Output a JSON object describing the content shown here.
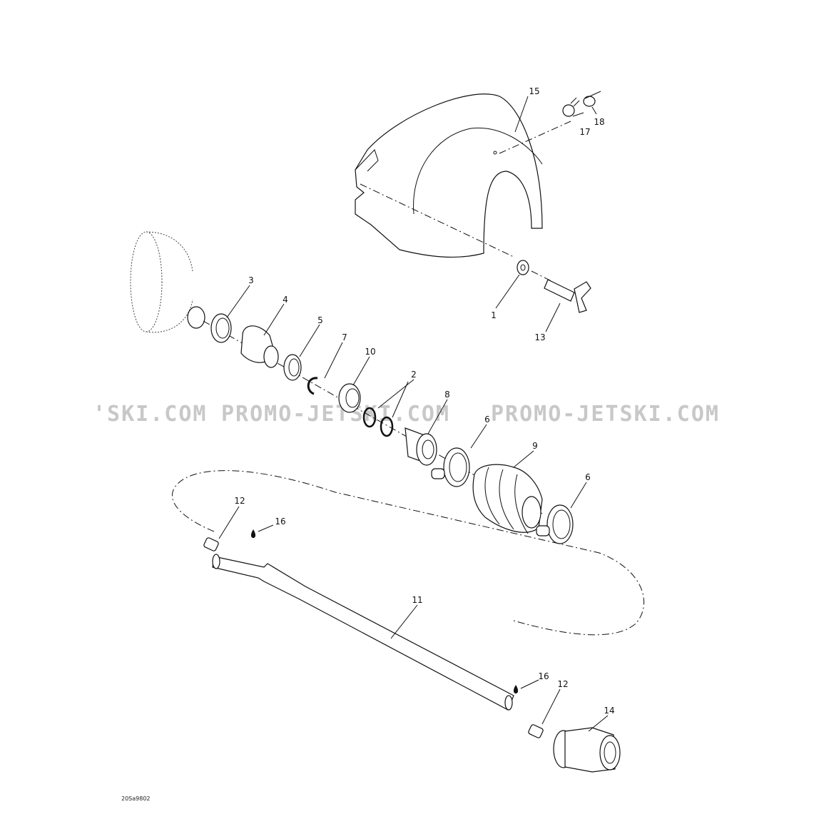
{
  "diagram_code": "20Sa9802",
  "watermark": {
    "left": "'SKI.COM",
    "middle": "PROMO-JETSKI.COM",
    "right": "PROMO-JETSKI.COM"
  },
  "callouts": {
    "c1": "1",
    "c2": "2",
    "c3": "3",
    "c4": "4",
    "c5": "5",
    "c6a": "6",
    "c6b": "6",
    "c7": "7",
    "c8": "8",
    "c9": "9",
    "c10": "10",
    "c11": "11",
    "c12a": "12",
    "c12b": "12",
    "c13": "13",
    "c14": "14",
    "c15": "15",
    "c16a": "16",
    "c16b": "16",
    "c17": "17",
    "c18": "18"
  }
}
